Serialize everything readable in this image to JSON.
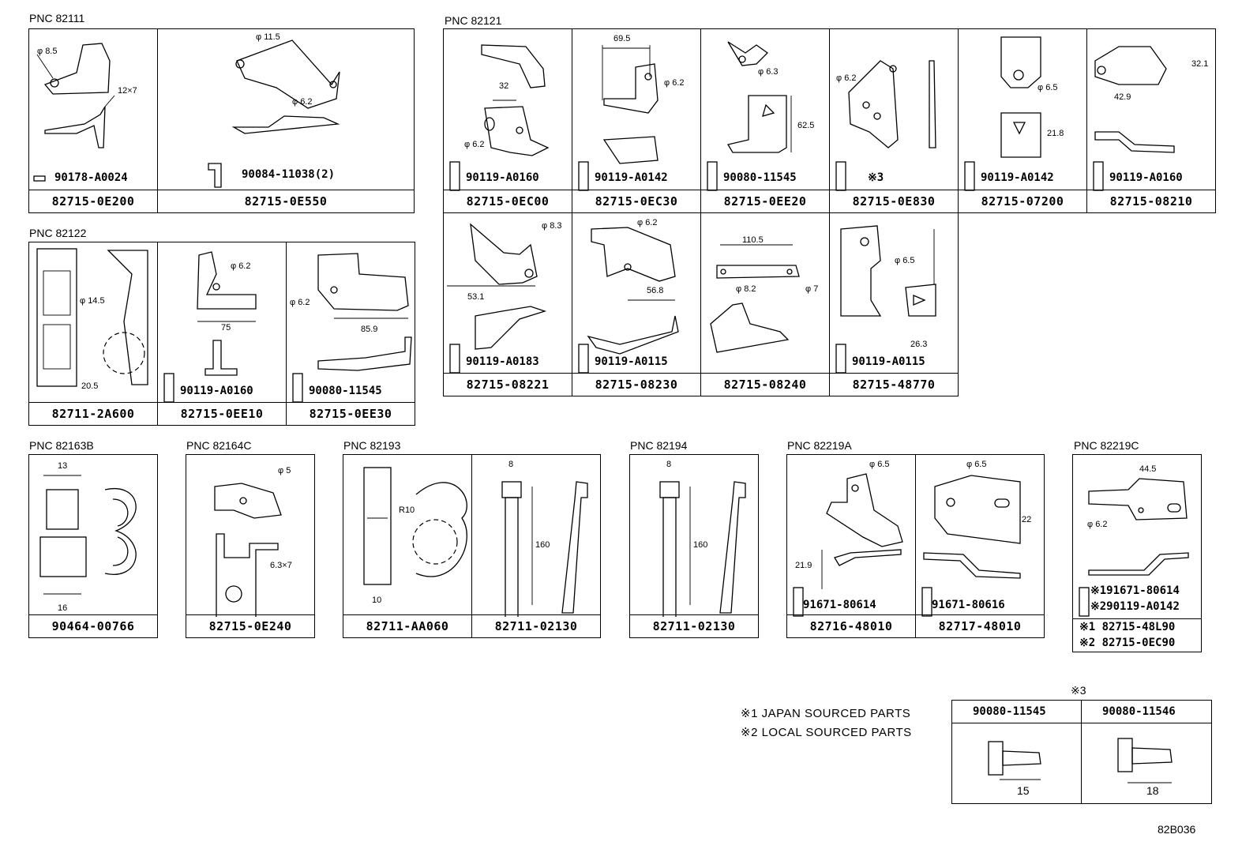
{
  "groups": {
    "pnc_82111": "PNC 82111",
    "pnc_82121": "PNC 82121",
    "pnc_82122": "PNC 82122",
    "pnc_82163b": "PNC 82163B",
    "pnc_82164c": "PNC 82164C",
    "pnc_82193": "PNC 82193",
    "pnc_82194": "PNC 82194",
    "pnc_82219a": "PNC 82219A",
    "pnc_82219c": "PNC 82219C"
  },
  "parts": {
    "p_0e200": "82715-0E200",
    "p_0e550": "82715-0E550",
    "p_0ec00": "82715-0EC00",
    "p_0ec30": "82715-0EC30",
    "p_0ee20": "82715-0EE20",
    "p_0e830": "82715-0E830",
    "p_07200": "82715-07200",
    "p_08210": "82715-08210",
    "p_08221": "82715-08221",
    "p_08230": "82715-08230",
    "p_08240": "82715-08240",
    "p_48770": "82715-48770",
    "p_2a600": "82711-2A600",
    "p_0ee10": "82715-0EE10",
    "p_0ee30": "82715-0EE30",
    "p_00766": "90464-00766",
    "p_0e240": "82715-0E240",
    "p_aa060": "82711-AA060",
    "p_02130a": "82711-02130",
    "p_02130b": "82711-02130",
    "p_48010a": "82716-48010",
    "p_48010b": "82717-48010",
    "p_48l90": "※1 82715-48L90",
    "p_0ec90": "※2 82715-0EC90"
  },
  "fasteners": {
    "f_a0024": "90178-A0024",
    "f_11038": "90084-11038(2)",
    "f_a0160_1": "90119-A0160",
    "f_a0142_1": "90119-A0142",
    "f_11545_1": "90080-11545",
    "f_ref3": "※3",
    "f_a0142_2": "90119-A0142",
    "f_a0160_2": "90119-A0160",
    "f_a0183": "90119-A0183",
    "f_a0115_1": "90119-A0115",
    "f_a0115_2": "90119-A0115",
    "f_a0160_3": "90119-A0160",
    "f_11545_2": "90080-11545",
    "f_80614": "91671-80614",
    "f_80616": "91671-80616",
    "f_c1": "※191671-80614",
    "f_c2": "※290119-A0142"
  },
  "dims": {
    "d_8_5": "φ 8.5",
    "d_12x7": "12×7",
    "d_11_5": "φ 11.5",
    "d_6_2a": "φ 6.2",
    "d_69_5": "69.5",
    "d_6_2b": "φ 6.2",
    "d_32": "32",
    "d_6_2c": "φ 6.2",
    "d_6_3": "φ 6.3",
    "d_62_5": "62.5",
    "d_6_2d": "φ 6.2",
    "d_6_5a": "φ 6.5",
    "d_21_8": "21.8",
    "d_32_1": "32.1",
    "d_42_9": "42.9",
    "d_8_3": "φ 8.3",
    "d_53_1": "53.1",
    "d_6_2e": "φ 6.2",
    "d_56_8": "56.8",
    "d_110_5": "110.5",
    "d_8_2": "φ 8.2",
    "d_7": "φ 7",
    "d_6_5b": "φ 6.5",
    "d_26_3": "26.3",
    "d_14_5": "φ 14.5",
    "d_20_5": "20.5",
    "d_6_2f": "φ 6.2",
    "d_75": "75",
    "d_6_2g": "φ 6.2",
    "d_85_9": "85.9",
    "d_13": "13",
    "d_16": "16",
    "d_5": "φ 5",
    "d_6_3x7": "6.3×7",
    "d_r10": "R10",
    "d_10": "10",
    "d_8a": "8",
    "d_160a": "160",
    "d_8b": "8",
    "d_160b": "160",
    "d_6_5c": "φ 6.5",
    "d_21_9": "21.9",
    "d_6_5d": "φ 6.5",
    "d_22": "22",
    "d_44_5": "44.5",
    "d_6_2h": "φ 6.2",
    "d_15": "15",
    "d_18": "18"
  },
  "notes": {
    "note1": "※1 JAPAN SOURCED PARTS",
    "note2": "※2 LOCAL SOURCED PARTS",
    "ref3_title": "※3",
    "ref3_a": "90080-11545",
    "ref3_b": "90080-11546"
  },
  "diagram_code": "82B036"
}
